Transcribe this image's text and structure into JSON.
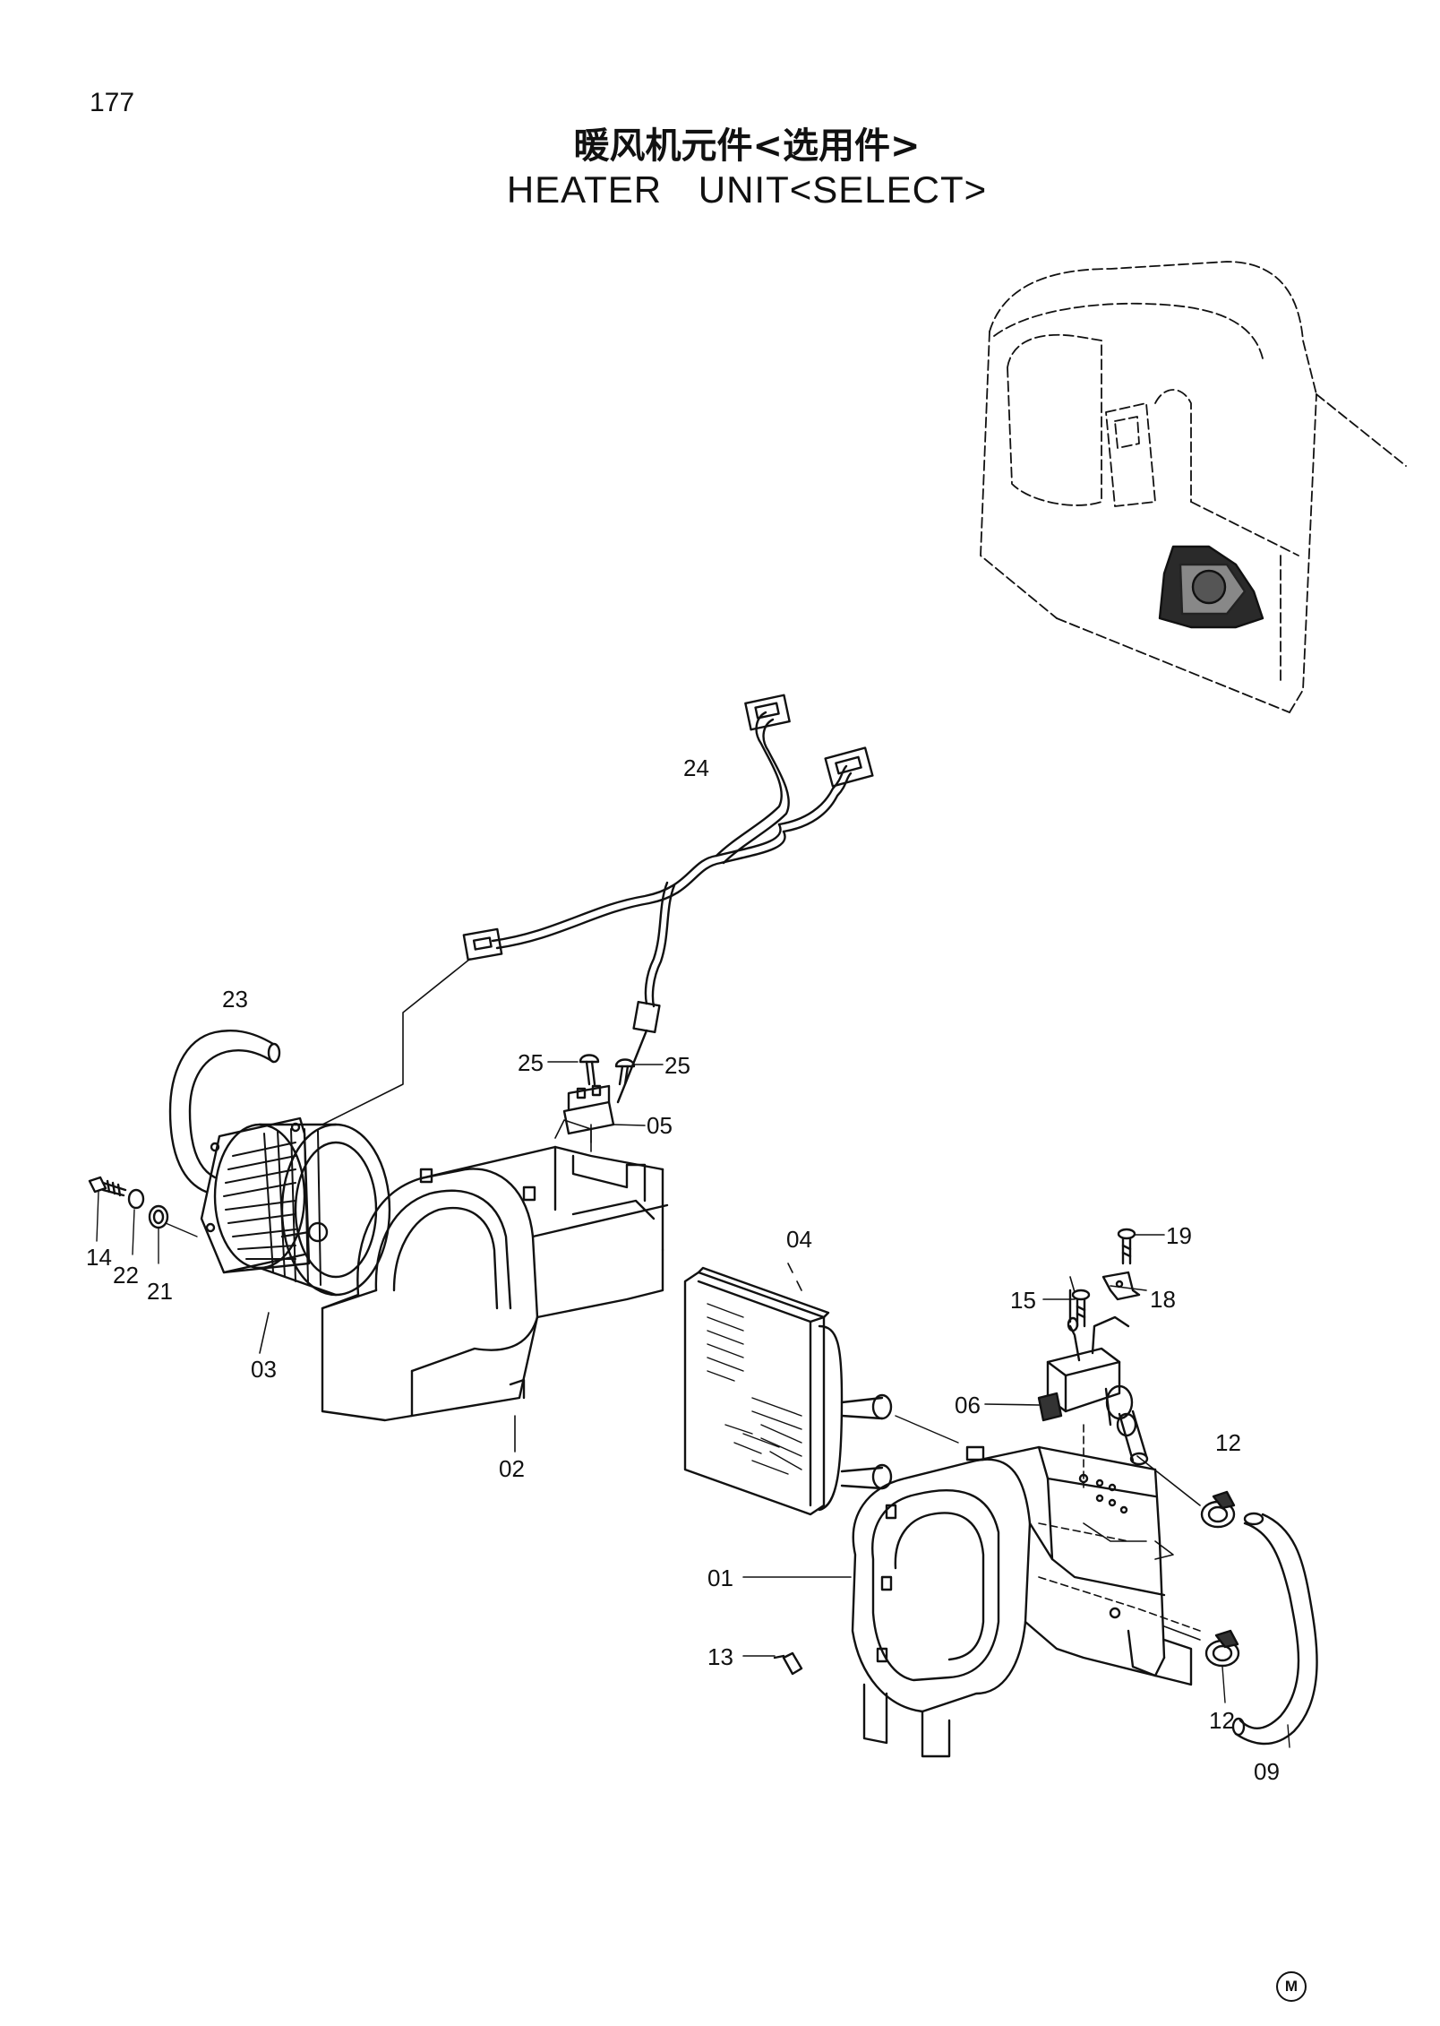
{
  "page": {
    "number": "177"
  },
  "title": {
    "cn": "暖风机元件<选用件>",
    "en": "HEATER UNIT<SELECT>"
  },
  "callouts": {
    "p24": "24",
    "p23": "23",
    "p25a": "25",
    "p25b": "25",
    "p05": "05",
    "p14": "14",
    "p22": "22",
    "p21": "21",
    "p03": "03",
    "p02": "02",
    "p04": "04",
    "p19": "19",
    "p15": "15",
    "p18": "18",
    "p06": "06",
    "p12a": "12",
    "p01": "01",
    "p13": "13",
    "p12b": "12",
    "p09": "09"
  },
  "footer": {
    "mark": "M"
  }
}
